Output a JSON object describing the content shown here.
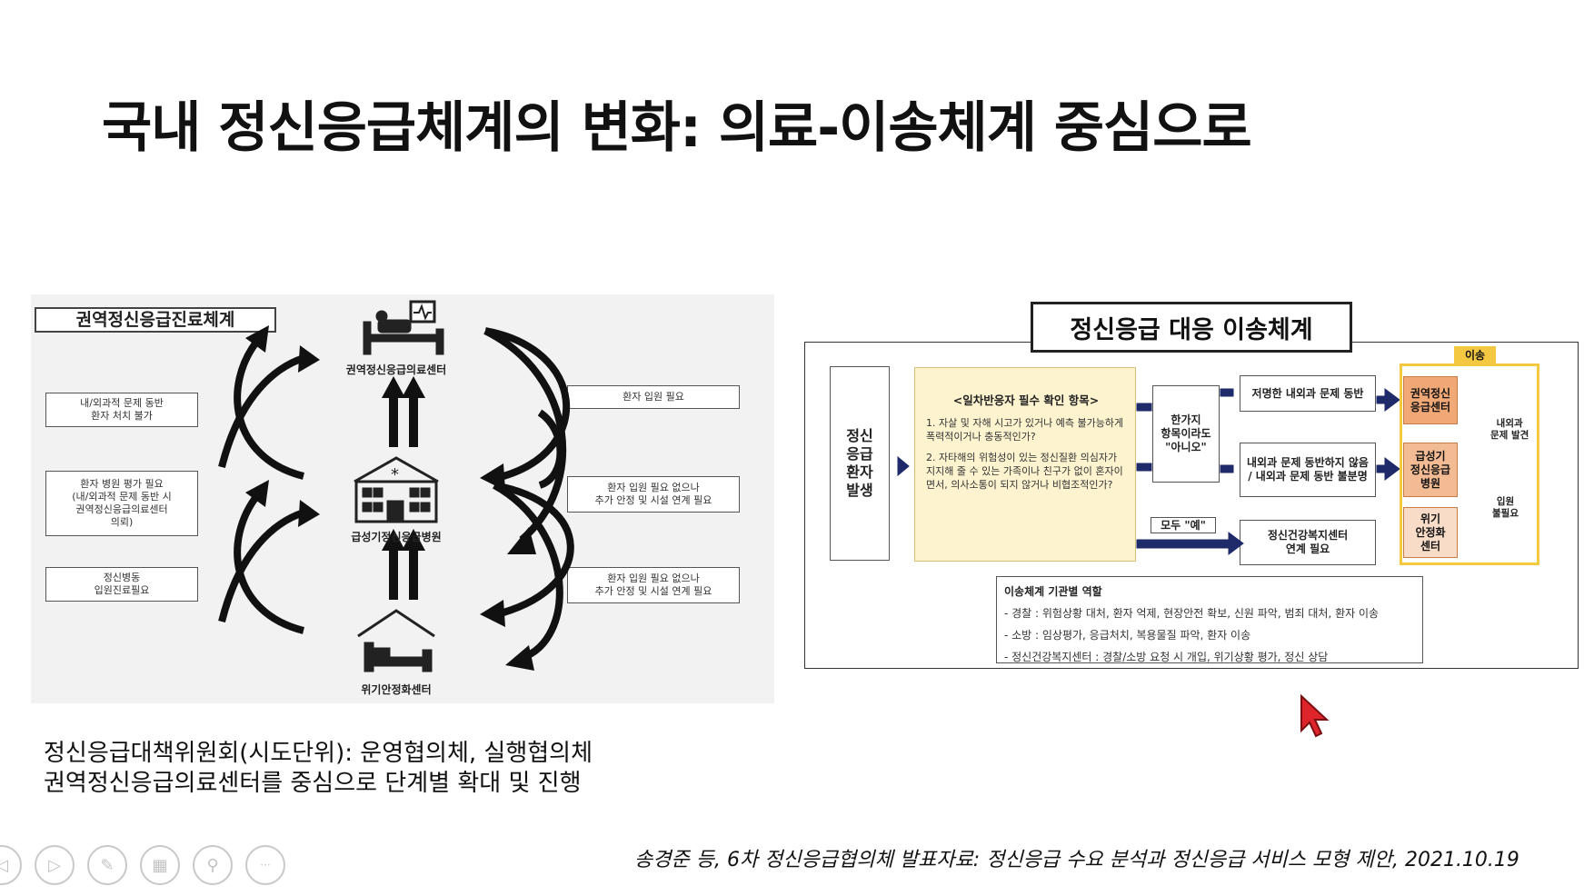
{
  "slide": {
    "title": "국내 정신응급체계의 변화: 의료-이송체계 중심으로"
  },
  "left_diagram": {
    "title": "권역정신응급진료체계",
    "nodes": {
      "top": "권역정신응급의료센터",
      "middle": "급성기정신응급병원",
      "bottom": "위기안정화센터"
    },
    "left_boxes": [
      "내/외과적 문제 동반\n환자 처치 불가",
      "환자 병원 평가 필요\n(내/외과적 문제 동반 시\n권역정신응급의료센터\n의뢰)",
      "정신병동\n입원진료필요"
    ],
    "right_boxes": [
      "환자 입원 필요",
      "환자 입원 필요 없으나\n추가 안정 및 시설 연계 필요",
      "환자 입원 필요 없으나\n추가 안정 및 시설 연계 필요"
    ]
  },
  "right_diagram": {
    "title": "정신응급 대응 이송체계",
    "occurrence": "정신\n응급\n환자\n발생",
    "checklist": {
      "heading": "<일차반응자 필수 확인 항목>",
      "items": [
        "1. 자살 및 자해 시고가 있거나 예측 불가능하게 폭력적이거나 충동적인가?",
        "2. 자타해의 위험성이 있는 정신질환 의심자가 지지해 줄 수 있는 가족이나 친구가 없이 혼자이면서, 의사소통이 되지 않거나 비협조적인가?"
      ]
    },
    "no_label": "한가지\n항목이라도\n\"아니오\"",
    "yes_label": "모두 \"예\"",
    "routes": [
      "저명한 내외과 문제 동반",
      "내외과 문제 동반하지 않음\n/ 내외과 문제 동반 불분명",
      "정신건강복지센터\n연계 필요"
    ],
    "dispatch_tag": "이송",
    "destinations": [
      "권역정신\n응급센터",
      "급성기\n정신응급\n병원",
      "위기\n안정화\n센터"
    ],
    "side_notes": [
      "내외과\n문제 발견",
      "입원\n불필요"
    ],
    "roles": {
      "title": "이송체계 기관별 역할",
      "items": [
        "- 경찰 : 위험상황 대처, 환자 억제, 현장안전 확보, 신원 파악, 범죄 대처, 환자 이송",
        "- 소방 : 임상평가, 응급처치, 복용물질 파악, 환자 이송",
        "- 정신건강복지센터 : 경찰/소방 요청 시 개입, 위기상황 평가, 정신 상담"
      ]
    }
  },
  "bottom_notes": [
    "정신응급대책위원회(시도단위): 운영협의체, 실행협의체",
    "권역정신응급의료센터를 중심으로 단계별 확대 및 진행"
  ],
  "citation": "송경준 등, 6차 정신응급협의체 발표자료: 정신응급 수요 분석과 정신응급 서비스 모형 제안, 2021.10.19",
  "toolbar": {
    "icons": [
      "previous-icon",
      "next-icon",
      "pen-icon",
      "slides-icon",
      "zoom-icon",
      "more-icon"
    ],
    "glyphs": [
      "◁",
      "▷",
      "✎",
      "▦",
      "⚲",
      "···"
    ]
  },
  "colors": {
    "checklist_bg": "#fdf3cf",
    "dispatch_border": "#f5c842",
    "dest_1": "#f0a877",
    "dest_2": "#f3bb93",
    "dest_3": "#f8dcc8",
    "arrow_blue": "#1f2a6b",
    "cursor": "#e0242b"
  }
}
